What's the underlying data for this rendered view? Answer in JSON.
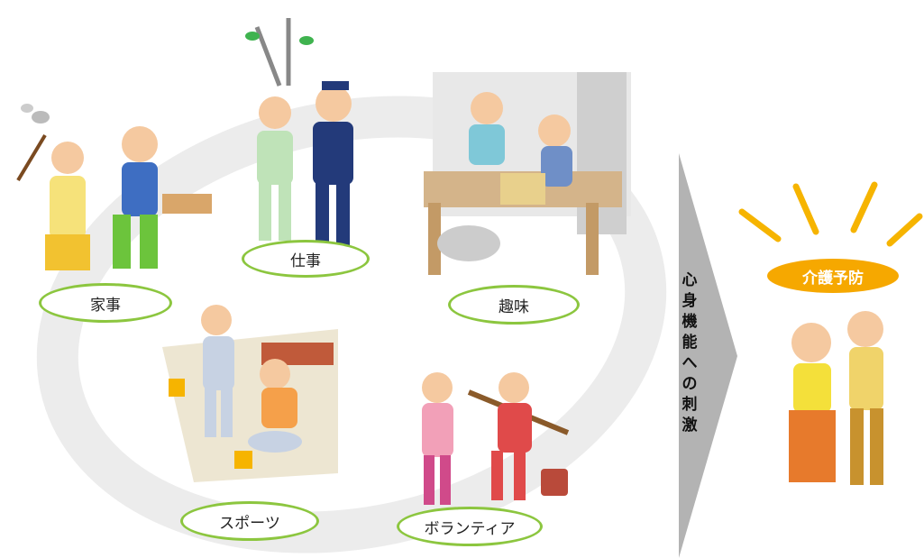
{
  "diagram": {
    "labels": {
      "housework": "家事",
      "work": "仕事",
      "hobby": "趣味",
      "sports": "スポーツ",
      "volunteer": "ボランティア"
    },
    "arrow_text": [
      "心",
      "身",
      "機",
      "能",
      "へ",
      "の",
      "刺",
      "激"
    ],
    "result_badge": "介護予防",
    "colors": {
      "ellipse_border": "#8cc63f",
      "badge": "#f6a800",
      "ring": "#ececec",
      "arrow": "#b3b3b3",
      "rays": "#f6b400"
    }
  }
}
